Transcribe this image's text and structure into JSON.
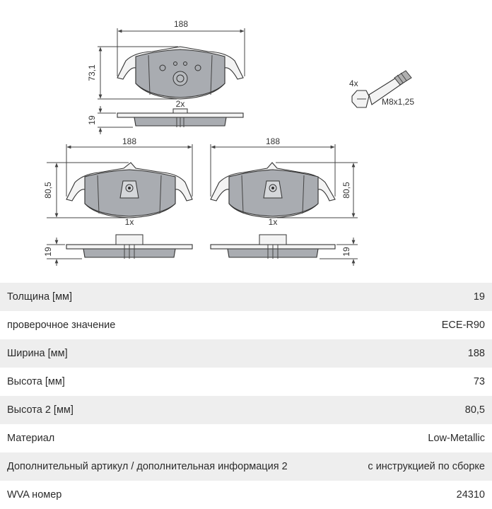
{
  "drawing": {
    "top_width": "188",
    "top_height": "73,1",
    "top_thickness": "19",
    "top_qty": "2x",
    "left_width": "188",
    "left_height": "80,5",
    "left_thickness": "19",
    "left_qty": "1x",
    "right_width": "188",
    "right_height": "80,5",
    "right_thickness": "19",
    "right_qty": "1x",
    "bolt_qty": "4x",
    "bolt_thread": "M8x1,25"
  },
  "specs": [
    {
      "label": "Толщина [мм]",
      "value": "19"
    },
    {
      "label": "проверочное значение",
      "value": "ECE-R90"
    },
    {
      "label": "Ширина [мм]",
      "value": "188"
    },
    {
      "label": "Высота [мм]",
      "value": "73"
    },
    {
      "label": "Высота 2 [мм]",
      "value": "80,5"
    },
    {
      "label": "Материал",
      "value": "Low-Metallic"
    },
    {
      "label": "Дополнительный артикул / дополнительная информация 2",
      "value": "с инструкцией по сборке"
    },
    {
      "label": "WVA номер",
      "value": "24310"
    }
  ]
}
